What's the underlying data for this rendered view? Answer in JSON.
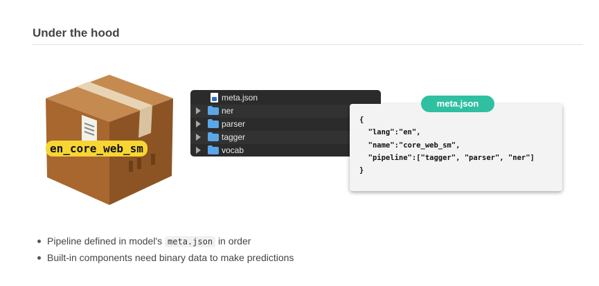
{
  "section": {
    "title": "Under the hood"
  },
  "model": {
    "name": "en_core_web_sm"
  },
  "file_tree": {
    "items": [
      {
        "label": "meta.json",
        "icon": "json-file-icon",
        "type": "file"
      },
      {
        "label": "ner",
        "icon": "folder-icon",
        "type": "folder"
      },
      {
        "label": "parser",
        "icon": "folder-icon",
        "type": "folder"
      },
      {
        "label": "tagger",
        "icon": "folder-icon",
        "type": "folder"
      },
      {
        "label": "vocab",
        "icon": "folder-icon",
        "type": "folder"
      }
    ]
  },
  "meta_card": {
    "title": "meta.json",
    "lines": [
      "{",
      "  \"lang\":\"en\",",
      "  \"name\":\"core_web_sm\",",
      "  \"pipeline\":[\"tagger\", \"parser\", \"ner\"]",
      "}"
    ]
  },
  "bullets": {
    "b1_before": "Pipeline defined in model's",
    "b1_code": "meta.json",
    "b1_after": "in order",
    "b2": "Built-in components need binary data to make predictions"
  },
  "colors": {
    "badge": "#f7d633",
    "tag": "#2fbfa1",
    "tree_bg": "#2b2b2b"
  }
}
